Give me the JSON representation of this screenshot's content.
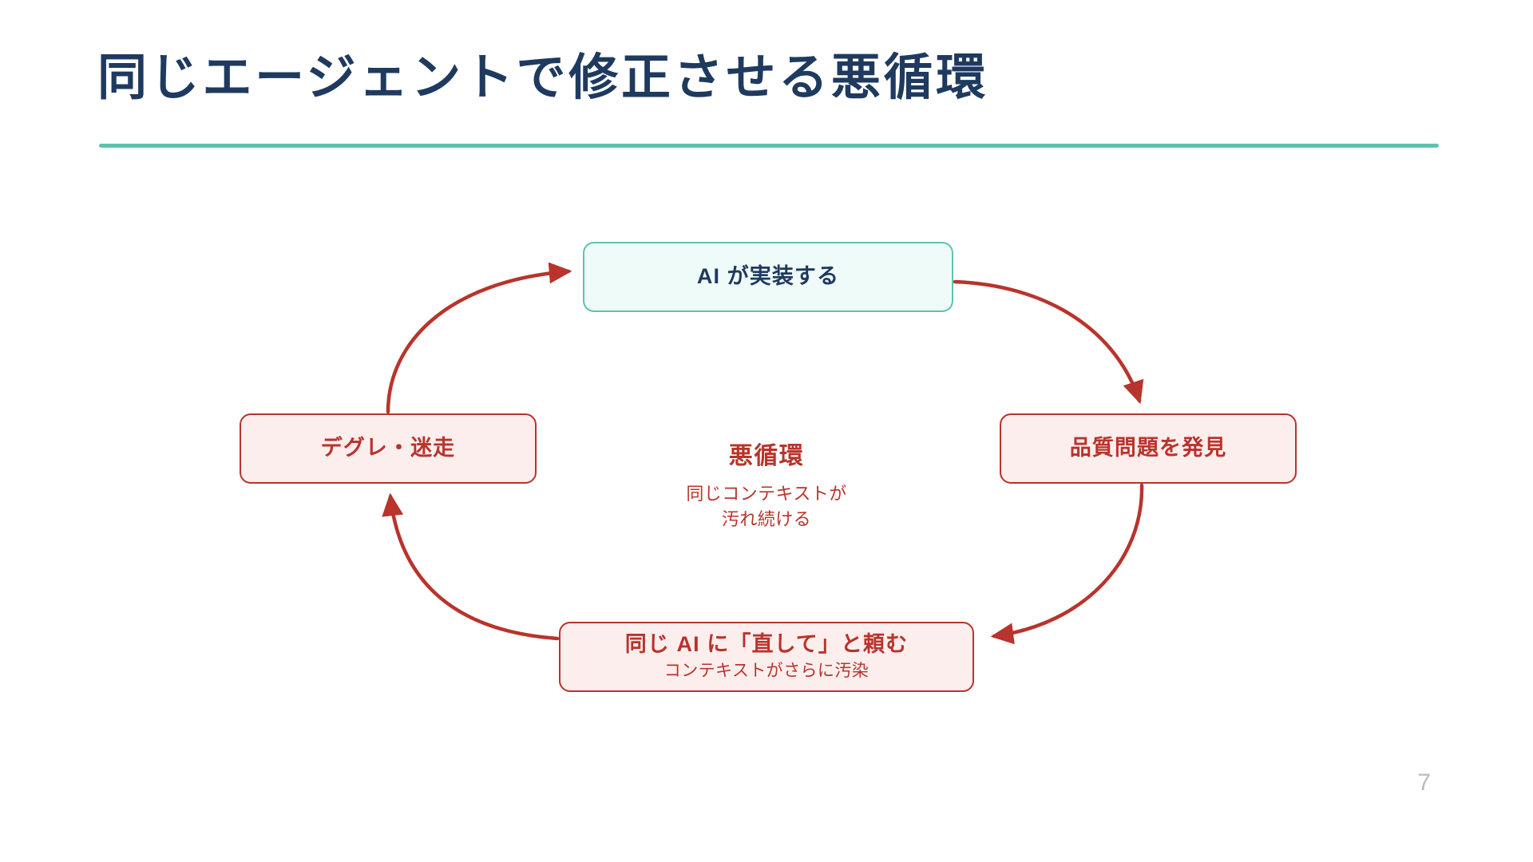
{
  "slide": {
    "title": "同じエージェントで修正させる悪循環",
    "page_number": "7",
    "accent_color": "#5fc2ae",
    "title_color": "#1f3a5f",
    "loop_color": "#b8342c"
  },
  "diagram": {
    "type": "cycle",
    "center": {
      "title": "悪循環",
      "lines": [
        "同じコンテキストが",
        "汚れ続ける"
      ]
    },
    "nodes": [
      {
        "id": "implement",
        "title": "AI が実装する",
        "subtitle": "",
        "style": "teal",
        "position": "top"
      },
      {
        "id": "quality",
        "title": "品質問題を発見",
        "subtitle": "",
        "style": "rose",
        "position": "right"
      },
      {
        "id": "ask-fix",
        "title": "同じ AI に「直して」と頼む",
        "subtitle": "コンテキストがさらに汚染",
        "style": "rose",
        "position": "bottom"
      },
      {
        "id": "degrade",
        "title": "デグレ・迷走",
        "subtitle": "",
        "style": "rose",
        "position": "left"
      }
    ],
    "edges": [
      {
        "from": "implement",
        "to": "quality"
      },
      {
        "from": "quality",
        "to": "ask-fix"
      },
      {
        "from": "ask-fix",
        "to": "degrade"
      },
      {
        "from": "degrade",
        "to": "implement"
      }
    ]
  }
}
